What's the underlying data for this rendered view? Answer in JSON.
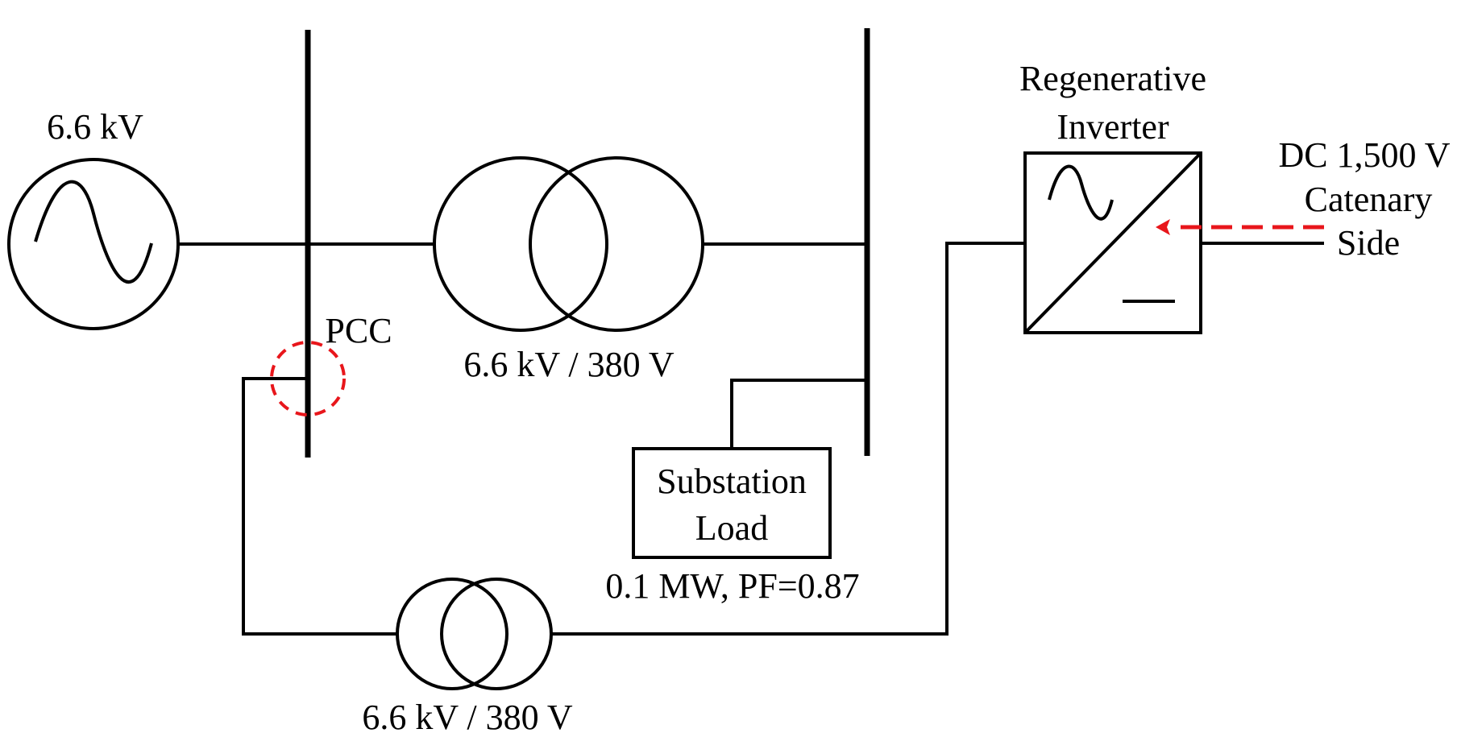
{
  "source_label": "6.6 kV",
  "pcc_label": "PCC",
  "main_transformer_label": "6.6 kV /  380 V",
  "inverter_title": [
    "Regenerative",
    "Inverter"
  ],
  "dc_side_label": [
    "DC 1,500 V",
    "Catenary",
    "Side"
  ],
  "load_box_label": [
    "Substation",
    "Load"
  ],
  "load_rating": "0.1 MW, PF=0.87",
  "bottom_transformer_label": "6.6 kV /  380 V",
  "colors": {
    "line": "#000000",
    "highlight": "#e8161b"
  }
}
